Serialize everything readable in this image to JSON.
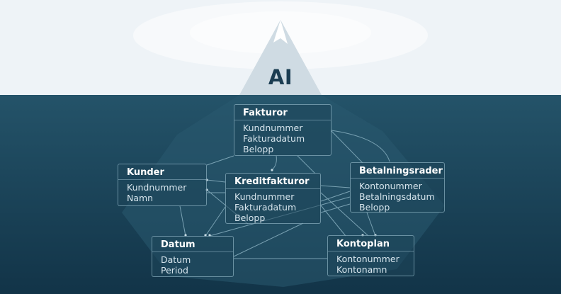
{
  "ai_label": "AI",
  "colors": {
    "sky": "#eef3f7",
    "sea_top": "#245369",
    "sea_bottom": "#123448",
    "iceberg_tip": "#cfdbe3",
    "entity_border": "#aacddc"
  },
  "entities": {
    "fakturor": {
      "title": "Fakturor",
      "fields": [
        "Kundnummer",
        "Fakturadatum",
        "Belopp"
      ]
    },
    "kunder": {
      "title": "Kunder",
      "fields": [
        "Kundnummer",
        "Namn"
      ]
    },
    "kreditfakturor": {
      "title": "Kreditfakturor",
      "fields": [
        "Kundnummer",
        "Fakturadatum",
        "Belopp"
      ]
    },
    "betalningsrader": {
      "title": "Betalningsrader",
      "fields": [
        "Kontonummer",
        "Betalningsdatum",
        "Belopp"
      ]
    },
    "datum": {
      "title": "Datum",
      "fields": [
        "Datum",
        "Period"
      ]
    },
    "kontoplan": {
      "title": "Kontoplan",
      "fields": [
        "Kontonummer",
        "Kontonamn"
      ]
    }
  }
}
